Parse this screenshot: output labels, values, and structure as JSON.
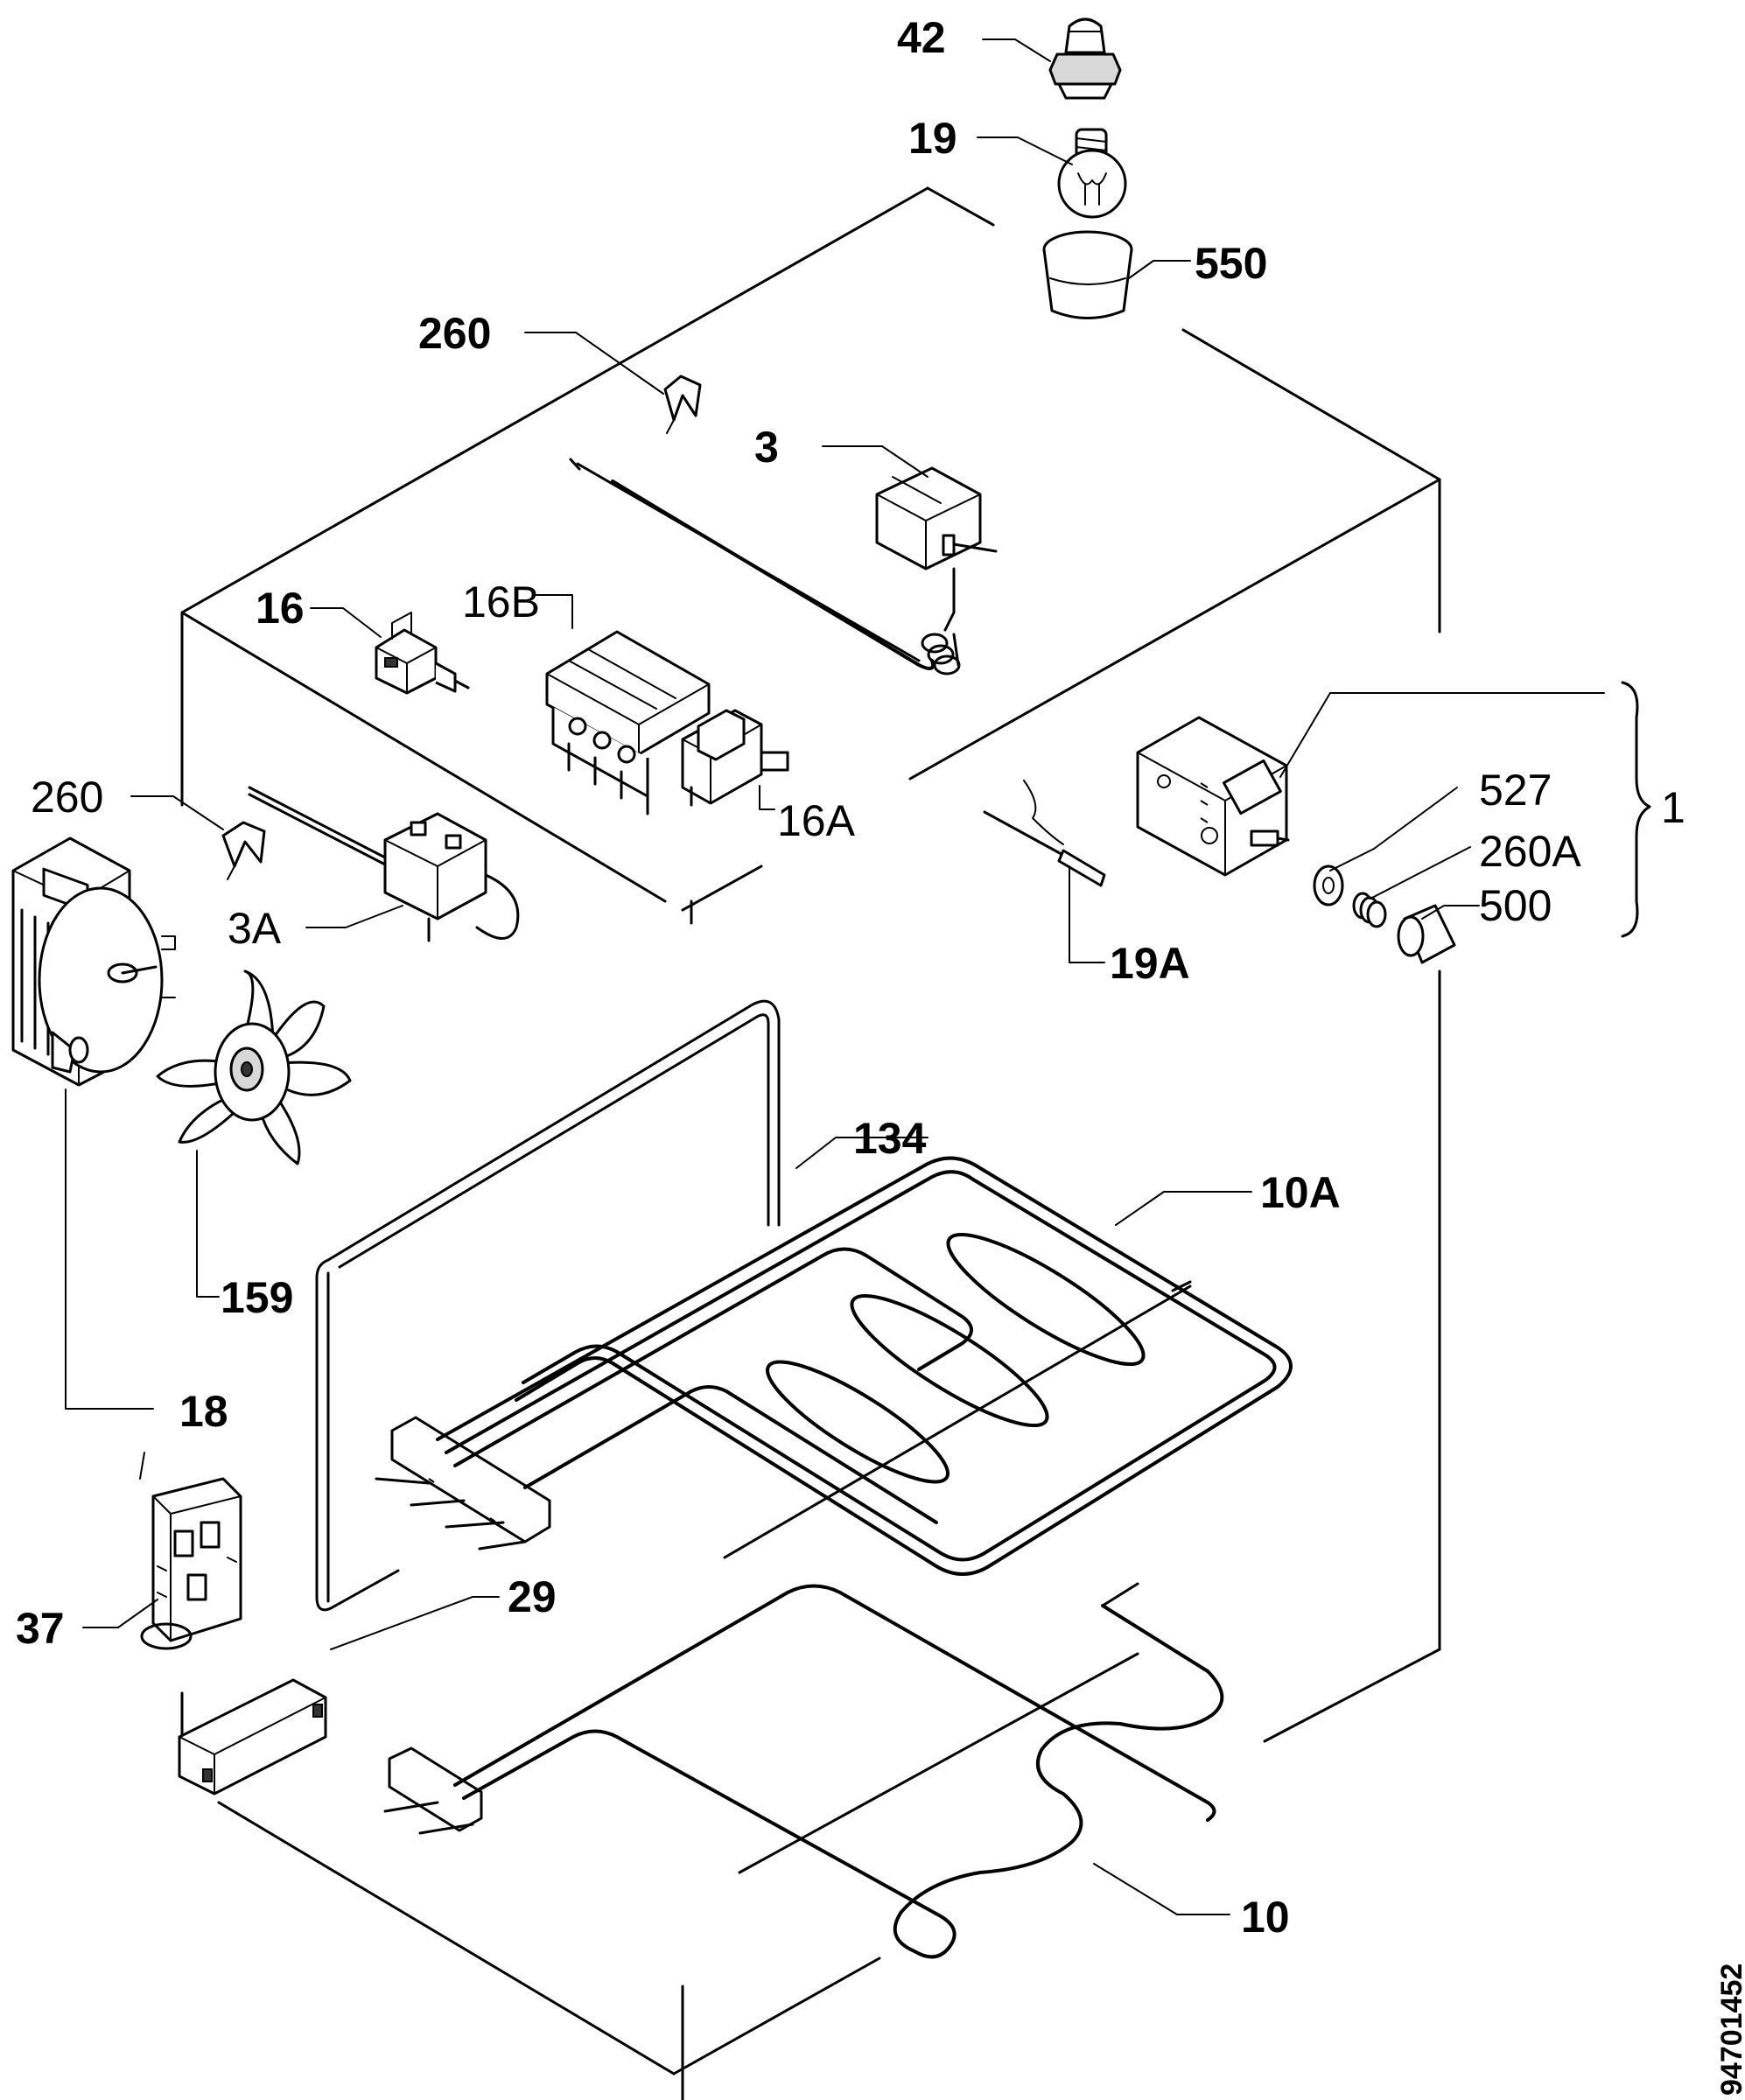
{
  "figure": {
    "document_number": "94701452",
    "labels": {
      "p42": "42",
      "p19": "19",
      "p550": "550",
      "p260_top": "260",
      "p3": "3",
      "p16": "16",
      "p16B": "16B",
      "p16A": "16A",
      "p260_left": "260",
      "p3A": "3A",
      "p527": "527",
      "p260A": "260A",
      "p500": "500",
      "p1": "1",
      "p19A": "19A",
      "p134": "134",
      "p10A": "10A",
      "p159": "159",
      "p18": "18",
      "p29": "29",
      "p37": "37",
      "p10": "10"
    }
  }
}
